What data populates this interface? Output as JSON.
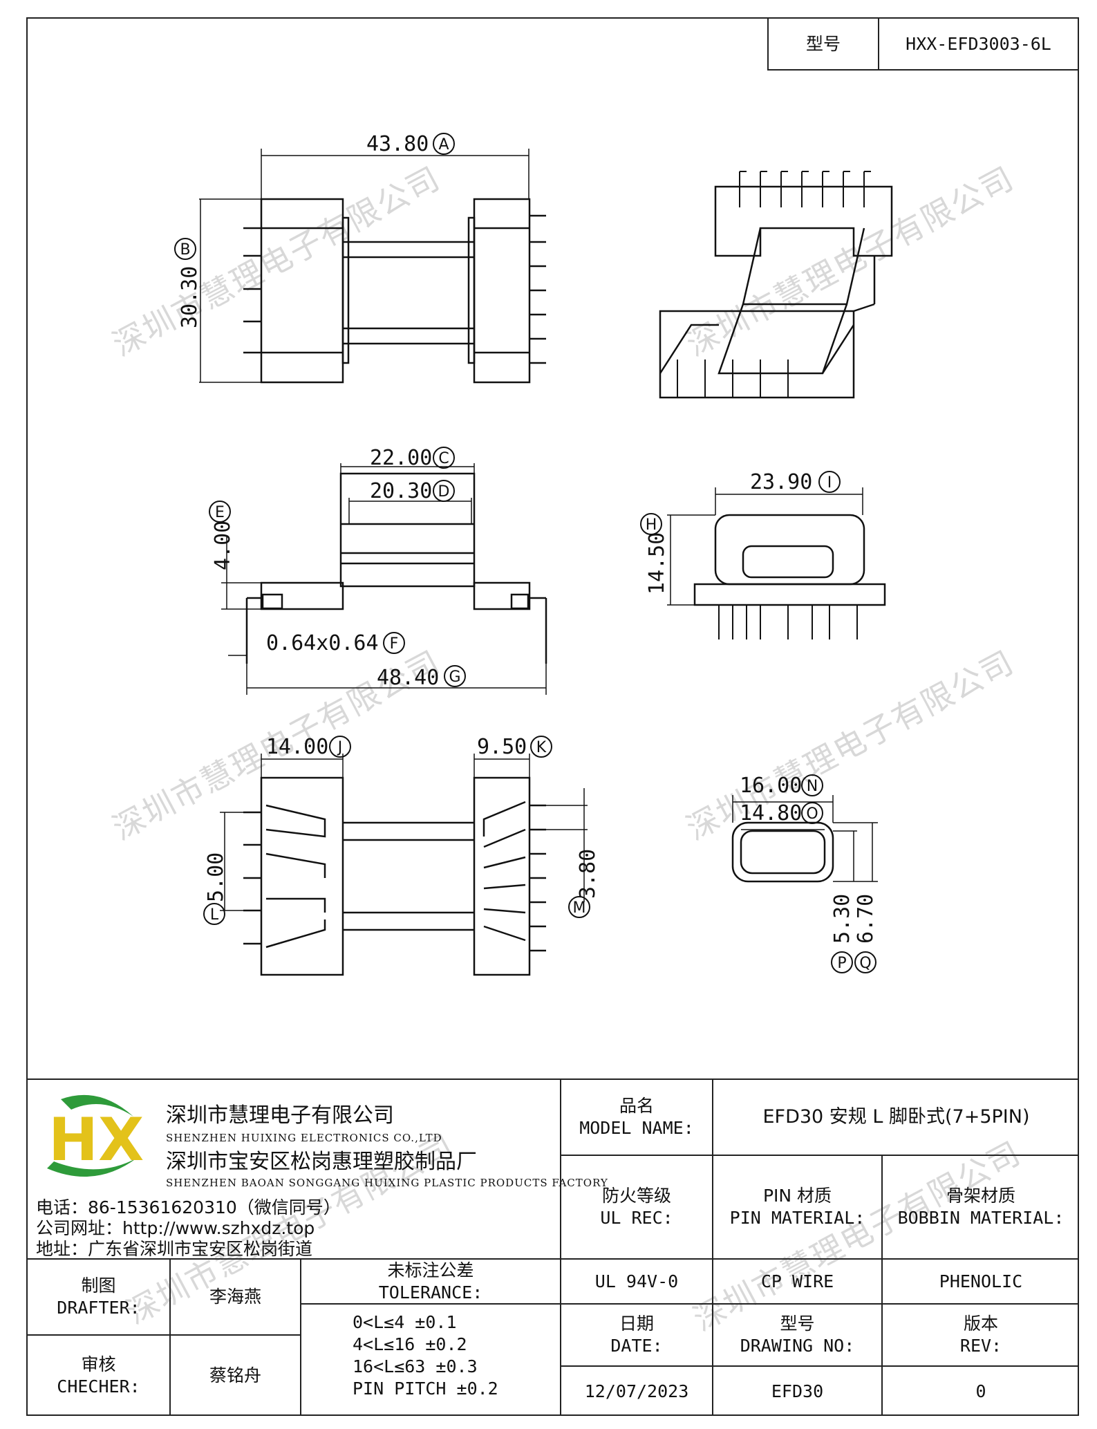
{
  "model_box": {
    "label": "型号",
    "value": "HXX-EFD3003-6L"
  },
  "dimensions": {
    "A": {
      "value": "43.80",
      "letter": "A"
    },
    "B": {
      "value": "30.30",
      "letter": "B"
    },
    "C": {
      "value": "22.00",
      "letter": "C"
    },
    "D": {
      "value": "20.30",
      "letter": "D"
    },
    "E": {
      "value": "4.00",
      "letter": "E"
    },
    "F": {
      "value": "0.64x0.64",
      "letter": "F"
    },
    "G": {
      "value": "48.40",
      "letter": "G"
    },
    "H": {
      "value": "14.50",
      "letter": "H"
    },
    "I": {
      "value": "23.90",
      "letter": "I"
    },
    "J": {
      "value": "14.00",
      "letter": "J"
    },
    "K": {
      "value": "9.50",
      "letter": "K"
    },
    "L": {
      "value": "5.00",
      "letter": "L"
    },
    "M": {
      "value": "3.80",
      "letter": "M"
    },
    "N": {
      "value": "16.00",
      "letter": "N"
    },
    "O": {
      "value": "14.80",
      "letter": "O"
    },
    "P": {
      "value": "5.30",
      "letter": "P"
    },
    "Q": {
      "value": "6.70",
      "letter": "Q"
    }
  },
  "watermark": "深圳市慧理电子有限公司",
  "company": {
    "logo_text": "HX",
    "name_cn": "深圳市慧理电子有限公司",
    "name_en": "SHENZHEN HUIXING ELECTRONICS CO.,LTD",
    "factory_cn": "深圳市宝安区松岗惠理塑胶制品厂",
    "factory_en": "SHENZHEN BAOAN SONGGANG HUIXING PLASTIC PRODUCTS FACTORY",
    "phone": "电话：86-15361620310（微信同号）",
    "website": "公司网址：http://www.szhxdz.top",
    "address": "地址：广东省深圳市宝安区松岗街道",
    "colors": {
      "green": "#2e9b3a",
      "yellow": "#e3c21a"
    }
  },
  "title_block": {
    "model_name_label_cn": "品名",
    "model_name_label_en": "MODEL NAME:",
    "model_name_value": "EFD30 安规 L 脚卧式(7+5PIN)",
    "ul_label_cn": "防火等级",
    "ul_label_en": "UL REC:",
    "pin_label_cn": "PIN 材质",
    "pin_label_en": "PIN MATERIAL:",
    "bobbin_label_cn": "骨架材质",
    "bobbin_label_en": "BOBBIN MATERIAL:",
    "ul_value": "UL 94V-0",
    "pin_value": "CP WIRE",
    "bobbin_value": "PHENOLIC",
    "drafter_cn": "制图",
    "drafter_en": "DRAFTER:",
    "drafter_name": "李海燕",
    "checker_cn": "审核",
    "checker_en": "CHECHER:",
    "checker_name": "蔡铭舟",
    "tolerance_cn": "未标注公差",
    "tolerance_en": "TOLERANCE:",
    "tolerances": [
      "0<L≤4  ±0.1",
      "4<L≤16 ±0.2",
      "16<L≤63 ±0.3",
      "PIN PITCH ±0.2"
    ],
    "date_cn": "日期",
    "date_en": "DATE:",
    "date_value": "12/07/2023",
    "drawing_cn": "型号",
    "drawing_en": "DRAWING NO:",
    "drawing_value": "EFD30",
    "rev_cn": "版本",
    "rev_en": "REV:",
    "rev_value": "0"
  }
}
